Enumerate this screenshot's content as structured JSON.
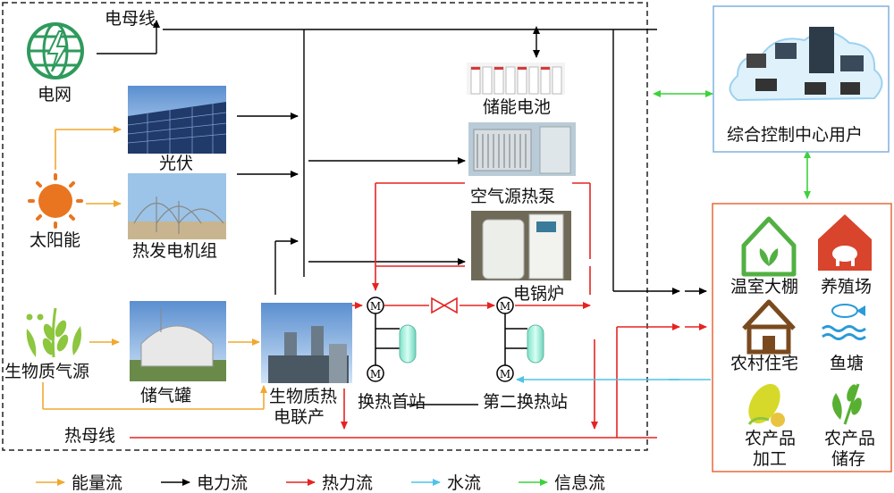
{
  "labels": {
    "power_bus": "电母线",
    "grid": "电网",
    "solar": "太阳能",
    "pv": "光伏",
    "thermal_gen": "热发电机组",
    "biogas_source": "生物质气源",
    "gas_tank": "储气罐",
    "chp_line1": "生物质热",
    "chp_line2": "电联产",
    "battery": "储能电池",
    "air_heat_pump": "空气源热泵",
    "electric_boiler": "电锅炉",
    "hx_first": "换热首站",
    "hx_second": "第二换热站",
    "heat_bus": "热母线",
    "control_center": "综合控制中心用户",
    "greenhouse": "温室大棚",
    "farm": "养殖场",
    "house": "农村住宅",
    "fish_pond": "鱼塘",
    "processing_l1": "农产品",
    "processing_l2": "加工",
    "storage_l1": "农产品",
    "storage_l2": "储存"
  },
  "legend": [
    {
      "label": "能量流",
      "color": "#f0a830"
    },
    {
      "label": "电力流",
      "color": "#000000"
    },
    {
      "label": "热力流",
      "color": "#e52421"
    },
    {
      "label": "水流",
      "color": "#4fc3e8"
    },
    {
      "label": "信息流",
      "color": "#3cd23c"
    }
  ],
  "colors": {
    "energy": "#f0a830",
    "power": "#000000",
    "heat": "#e52421",
    "water": "#4fc3e8",
    "info": "#3cd23c",
    "user_box_border": "#e8683a",
    "control_box_border": "#7fb0e0",
    "grid_icon": "#2e9a5c"
  }
}
